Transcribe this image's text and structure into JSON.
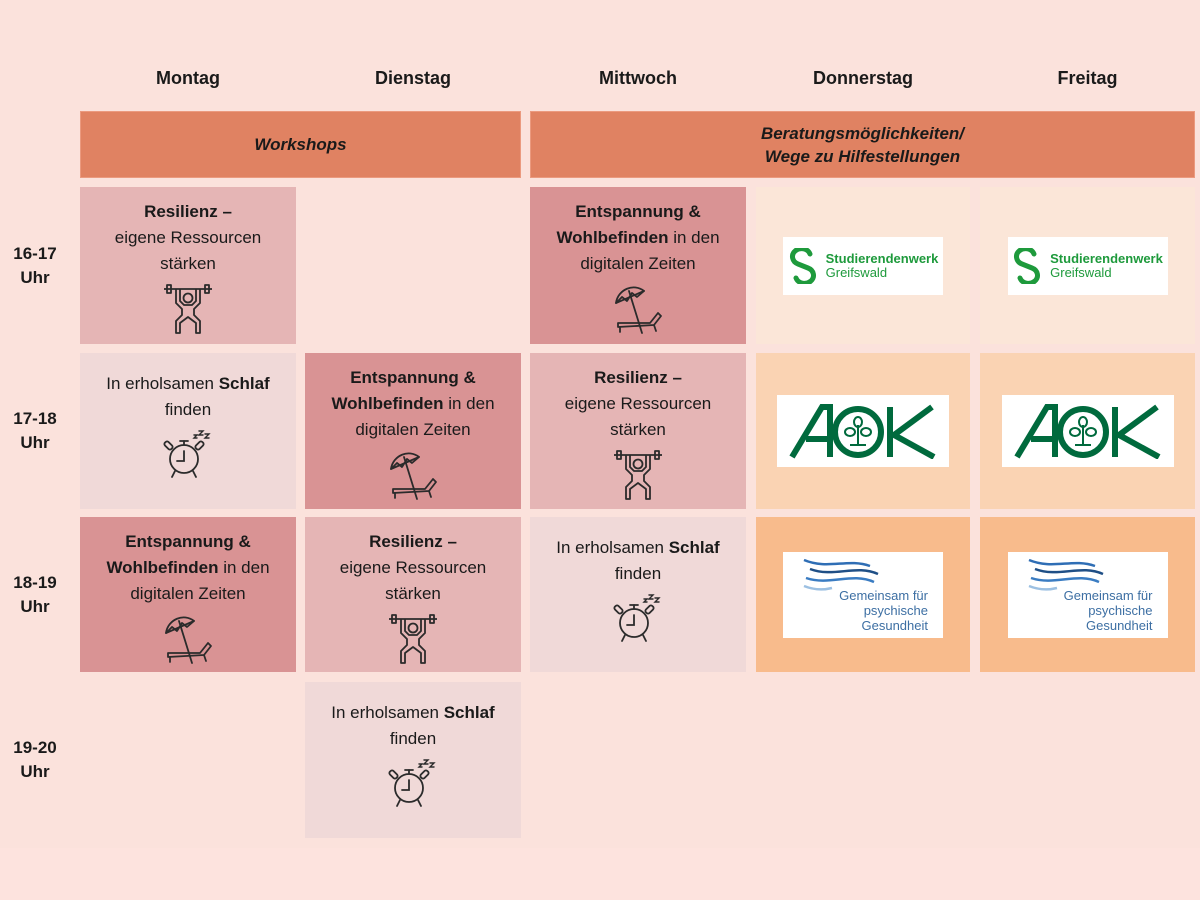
{
  "header": {
    "days": [
      "Montag",
      "Dienstag",
      "Mittwoch",
      "Donnerstag",
      "Freitag"
    ],
    "bands": {
      "workshops": "Workshops",
      "beratung_line1": "Beratungsmöglichkeiten/",
      "beratung_line2": "Wege zu Hilfestellungen"
    }
  },
  "times": [
    {
      "range": "16-17",
      "unit": "Uhr"
    },
    {
      "range": "17-18",
      "unit": "Uhr"
    },
    {
      "range": "18-19",
      "unit": "Uhr"
    },
    {
      "range": "19-20",
      "unit": "Uhr"
    }
  ],
  "workshops": {
    "resilienz": {
      "bold": "Resilienz –",
      "line2": "eigene Ressourcen",
      "line3": "stärken",
      "icon": "weightlifter-icon"
    },
    "entspannung": {
      "bold1": "Entspannung &",
      "bold2": "Wohlbefinden",
      "rest2": " in den",
      "line3": "digitalen Zeiten",
      "icon": "beach-umbrella-lounger-icon"
    },
    "schlaf": {
      "pre": "In erholsamen ",
      "bold": "Schlaf",
      "line2": "finden",
      "icon": "alarm-clock-sleep-icon"
    }
  },
  "schedule": {
    "montag": [
      "resilienz",
      "schlaf",
      "entspannung",
      null
    ],
    "dienstag": [
      null,
      "entspannung",
      "resilienz",
      "schlaf"
    ],
    "mittwoch": [
      "entspannung",
      "resilienz",
      "schlaf",
      null
    ]
  },
  "partners": {
    "studierendenwerk": {
      "line1": "Studierendenwerk",
      "line2": "Greifswald"
    },
    "aok": {
      "text": "AOK"
    },
    "gfp": {
      "line1": "Gemeinsam für",
      "line2": "psychische Gesundheit"
    }
  },
  "colors": {
    "band": "#e08262",
    "resilienz": "#e5b5b5",
    "entspannung": "#d99394",
    "schlaf": "#f0d9d8",
    "studierendenwerk_row": "#fbe6d8",
    "aok_row": "#fad3b3",
    "gfp_row": "#f8bb8c",
    "stw_green": "#1e9a3c",
    "aok_green": "#006a3d",
    "gfp_blue": "#3d6fa3"
  }
}
